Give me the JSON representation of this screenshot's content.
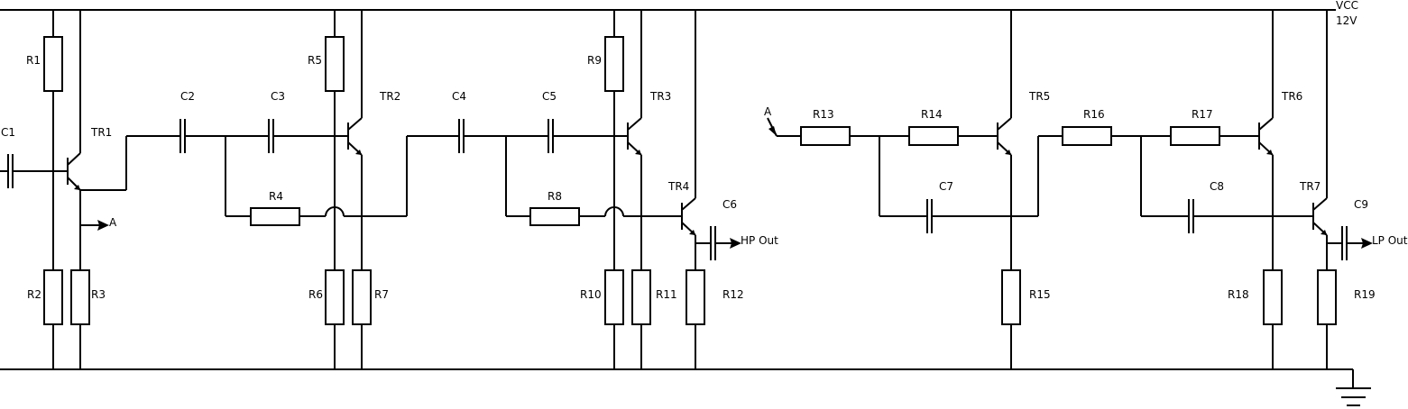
{
  "supply": {
    "name": "VCC",
    "voltage": "12V"
  },
  "node_labels": {
    "a_out": "A",
    "a_in": "A"
  },
  "outputs": {
    "hp": "HP Out",
    "lp": "LP Out"
  },
  "resistors": {
    "r1": "R1",
    "r2": "R2",
    "r3": "R3",
    "r4": "R4",
    "r5": "R5",
    "r6": "R6",
    "r7": "R7",
    "r8": "R8",
    "r9": "R9",
    "r10": "R10",
    "r11": "R11",
    "r12": "R12",
    "r13": "R13",
    "r14": "R14",
    "r15": "R15",
    "r16": "R16",
    "r17": "R17",
    "r18": "R18",
    "r19": "R19"
  },
  "capacitors": {
    "c1": "C1",
    "c2": "C2",
    "c3": "C3",
    "c4": "C4",
    "c5": "C5",
    "c6": "C6",
    "c7": "C7",
    "c8": "C8",
    "c9": "C9"
  },
  "transistors": {
    "tr1": "TR1",
    "tr2": "TR2",
    "tr3": "TR3",
    "tr4": "TR4",
    "tr5": "TR5",
    "tr6": "TR6",
    "tr7": "TR7"
  }
}
